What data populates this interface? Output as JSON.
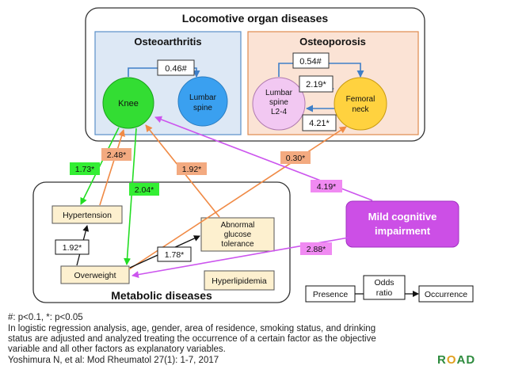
{
  "groups": {
    "locomotive": "Locomotive organ diseases",
    "osteoarthritis": "Osteoarthritis",
    "osteoporosis": "Osteoporosis",
    "metabolic": "Metabolic diseases"
  },
  "nodes": {
    "knee": "Knee",
    "lumbar_spine": [
      "Lumbar",
      "spine"
    ],
    "lumbar_spine_l24": [
      "Lumbar",
      "spine",
      "L2-4"
    ],
    "femoral_neck": [
      "Femoral",
      "neck"
    ],
    "hypertension": "Hypertension",
    "overweight": "Overweight",
    "abnormal_glucose": [
      "Abnormal",
      "glucose",
      "tolerance"
    ],
    "hyperlipidemia": "Hyperlipidemia",
    "mci": [
      "Mild cognitive",
      "impairment"
    ]
  },
  "edges": {
    "knee_lumbar": "0.46#",
    "l24_femoral_top": "0.54#",
    "l24_femoral_mid": "2.19*",
    "femoral_l24": "4.21*",
    "knee_hypertension": "1.73*",
    "hypertension_knee": "2.48*",
    "knee_overweight": "2.04*",
    "glucose_knee": "1.92*",
    "overweight_femoral": "0.30*",
    "mci_knee": "4.19*",
    "mci_overweight": "2.88*",
    "overweight_hypertension": "1.92*",
    "overweight_glucose": "1.78*"
  },
  "legend": {
    "presence": "Presence",
    "odds_ratio": [
      "Odds",
      "ratio"
    ],
    "occurrence": "Occurrence"
  },
  "footnotes": {
    "significance": "#: p<0.1, *: p<0.05",
    "method": [
      "In logistic regression analysis, age, gender, area of residence, smoking status, and drinking",
      "status are adjusted and analyzed treating the occurrence of a certain factor as the objective",
      "variable and all other factors as explanatory variables."
    ],
    "citation": "Yoshimura N, et al: Mod Rheumatol 27(1): 1-7, 2017"
  },
  "logo": "ROAD",
  "colors": {
    "osteoarthritis_fill": "#dde8f5",
    "osteoarthritis_border": "#5b8fc7",
    "osteoporosis_fill": "#fbe3d5",
    "osteoporosis_border": "#e08a4e",
    "knee_fill": "#33dd33",
    "lumbar_fill": "#3aa0f0",
    "l24_fill": "#f2c8f2",
    "femoral_fill": "#ffd23f",
    "disease_box_fill": "#fdf0cf",
    "mci_fill": "#cc4fe6",
    "green_arrow": "#22dd22",
    "orange_arrow": "#f08a45",
    "violet_arrow": "#cc55ee",
    "blue_arrow": "#3f7fc8",
    "label_green": "#33ee33",
    "label_orange": "#f3aa80",
    "label_violet": "#f08af2"
  }
}
